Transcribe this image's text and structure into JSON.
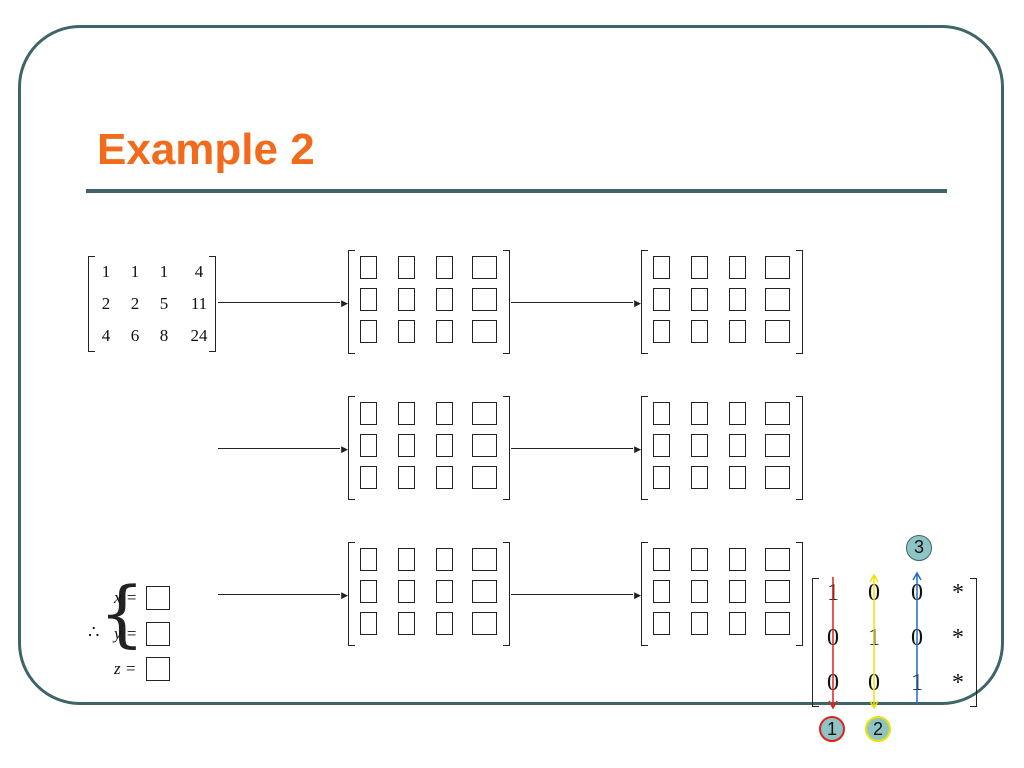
{
  "slide": {
    "title": "Example 2"
  },
  "initial_matrix": {
    "rows": [
      [
        "1",
        "1",
        "1",
        "4"
      ],
      [
        "2",
        "2",
        "5",
        "11"
      ],
      [
        "4",
        "6",
        "8",
        "24"
      ]
    ]
  },
  "solution": {
    "therefore_symbol": "∴",
    "lines": [
      {
        "label": "x ="
      },
      {
        "label": "y ="
      },
      {
        "label": "z ="
      }
    ]
  },
  "target_form": {
    "rows": [
      [
        "1",
        "0",
        "0",
        "*"
      ],
      [
        "0",
        "1",
        "0",
        "*"
      ],
      [
        "0",
        "0",
        "1",
        "*"
      ]
    ],
    "step_badges": [
      "1",
      "2",
      "3"
    ],
    "colors": {
      "badge_1_border": "#d9241f",
      "badge_2_border": "#f2e100",
      "badge_3_border": "#1e6fbe",
      "badge_fill": "#8fc4c4"
    }
  },
  "colors": {
    "title": "#f26b1d",
    "frame": "#3e6668"
  }
}
